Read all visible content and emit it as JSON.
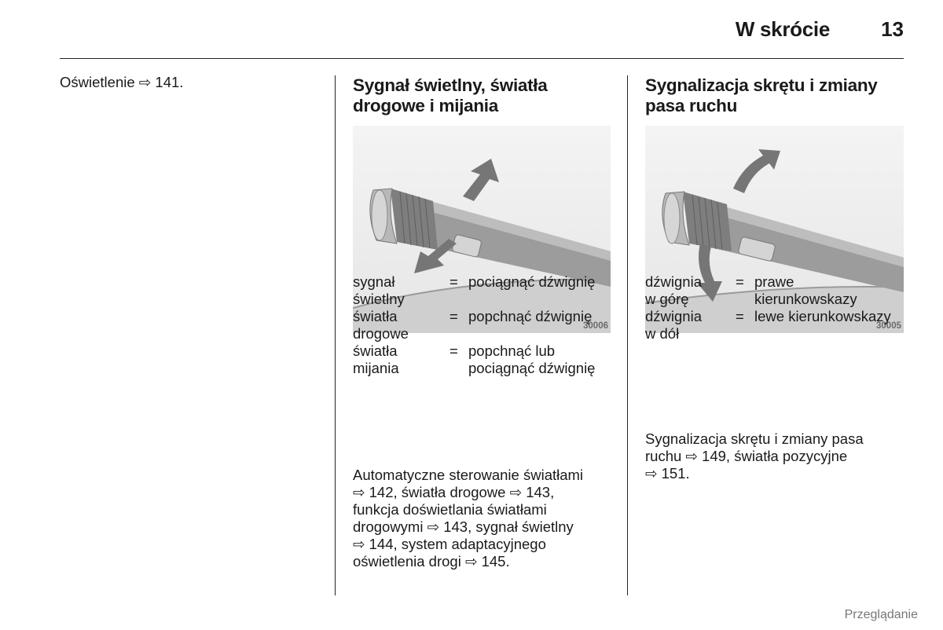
{
  "header": {
    "title": "W skrócie",
    "page_number": "13"
  },
  "col1": {
    "text": "Oświetlenie ⇨ 141."
  },
  "section_high_beam": {
    "title_line1": "Sygnał świetlny, światła",
    "title_line2": "drogowe i mijania",
    "figure_code": "30006",
    "items": [
      {
        "term1": "sygnał",
        "term2": "świetlny",
        "eq": "=",
        "def1": "pociągnąć dźwignię",
        "def2": ""
      },
      {
        "term1": "światła",
        "term2": "drogowe",
        "eq": "=",
        "def1": "popchnąć dźwignię",
        "def2": ""
      },
      {
        "term1": "światła",
        "term2": "mijania",
        "eq": "=",
        "def1": "popchnąć lub",
        "def2": "pociągnąć dźwignię"
      }
    ],
    "paragraph": [
      "Automatyczne sterowanie światłami",
      "⇨ 142, światła drogowe ⇨ 143,",
      "funkcja doświetlania światłami",
      "drogowymi ⇨ 143, sygnał świetlny",
      "⇨ 144, system adaptacyjnego",
      "oświetlenia drogi ⇨ 145."
    ]
  },
  "section_turn": {
    "title_line1": "Sygnalizacja skrętu i zmiany",
    "title_line2": "pasa ruchu",
    "figure_code": "30005",
    "items": [
      {
        "term1": "dźwignia",
        "term2": "w górę",
        "eq": "=",
        "def1": "prawe",
        "def2": "kierunkowskazy"
      },
      {
        "term1": "dźwignia",
        "term2": "w dół",
        "eq": "=",
        "def1": "lewe kierunkowskazy",
        "def2": ""
      }
    ],
    "paragraph": [
      "Sygnalizacja skrętu i zmiany pasa",
      "ruchu ⇨ 149, światła pozycyjne",
      "⇨ 151."
    ]
  },
  "footer": {
    "note": "Przeglądanie"
  }
}
